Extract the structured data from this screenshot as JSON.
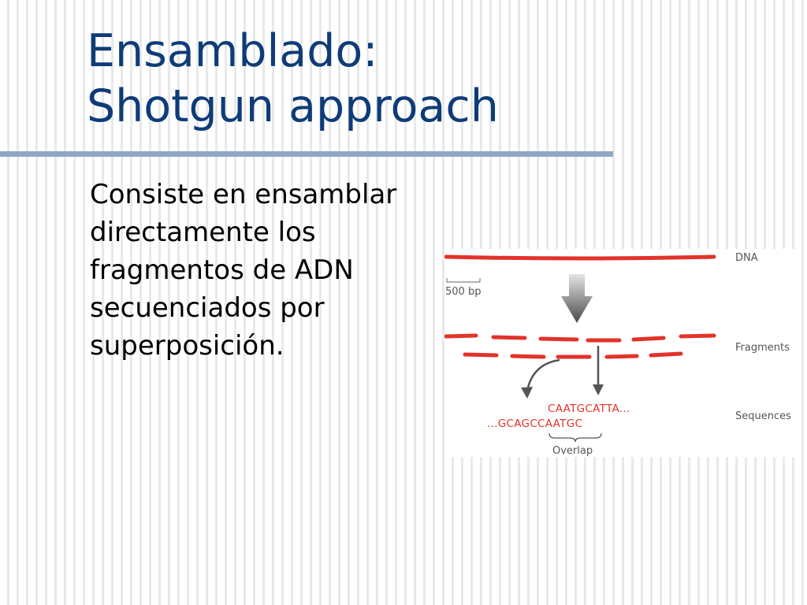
{
  "slide": {
    "title_line1": "Ensamblado:",
    "title_line2": "Shotgun approach",
    "body": "Consiste en ensamblar directamente los fragmentos de ADN secuenciados por superposición."
  },
  "figure": {
    "label_dna": "DNA",
    "label_fragments": "Fragments",
    "label_sequences": "Sequences",
    "scale_bar": "500 bp",
    "seq_top": "CAATGCATTA...",
    "seq_bottom": "...GCAGCCAATGC",
    "overlap": "Overlap",
    "colors": {
      "strand": "#e2332a",
      "arrow": "#555555",
      "title": "#0e3c78",
      "rule": "#8fa7c6"
    }
  }
}
